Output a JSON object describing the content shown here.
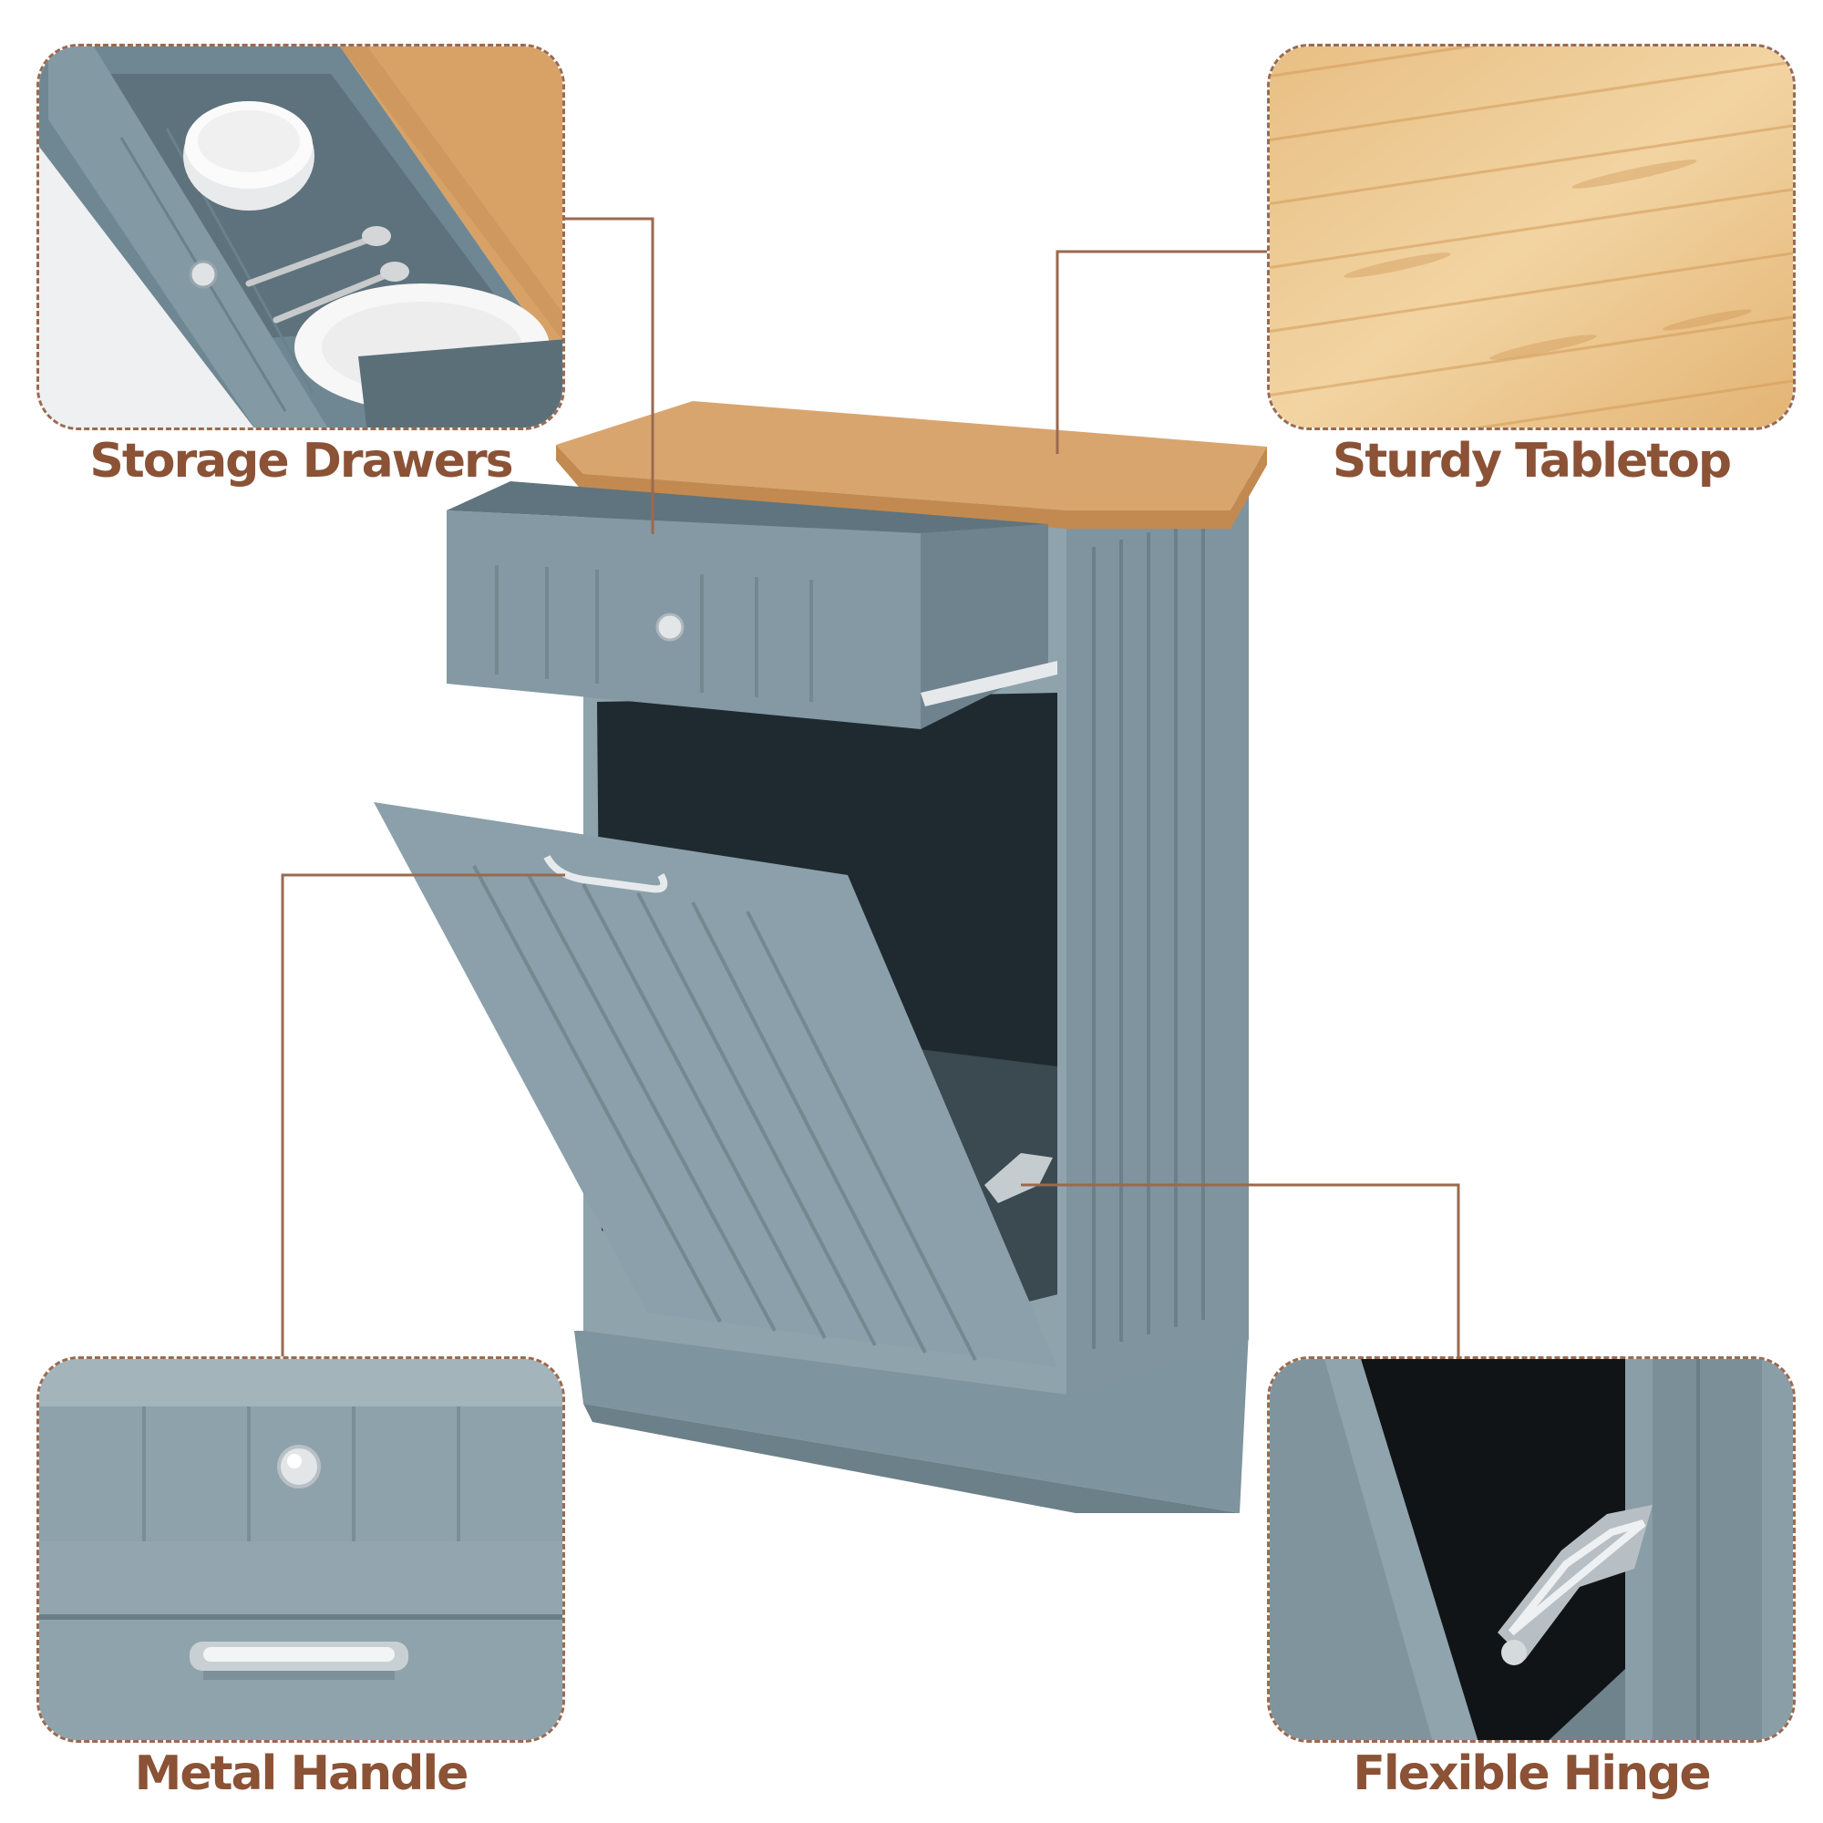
{
  "callouts": {
    "storage_drawers": {
      "label": "Storage Drawers"
    },
    "sturdy_tabletop": {
      "label": "Sturdy Tabletop"
    },
    "metal_handle": {
      "label": "Metal Handle"
    },
    "flexible_hinge": {
      "label": "Flexible Hinge"
    }
  },
  "colors": {
    "label_brown": "#8b5236",
    "leader_line": "#9a6a4f",
    "cabinet_blue_gray": "#7d939d",
    "wood_top": "#d9a56f"
  }
}
